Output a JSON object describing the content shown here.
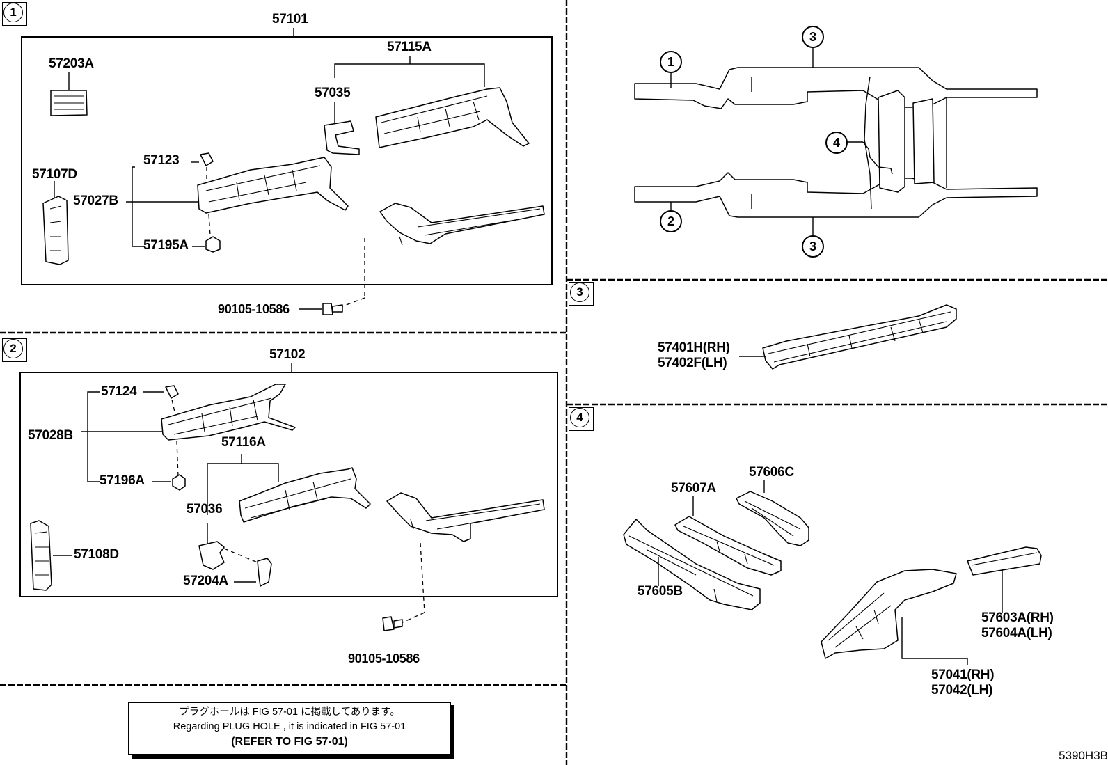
{
  "section_markers": {
    "s1": "1",
    "s2": "2",
    "s3": "3",
    "s4": "4"
  },
  "overview": {
    "callout_1": "1",
    "callout_2": "2",
    "callout_3_top": "3",
    "callout_3_bottom": "3",
    "callout_4": "4"
  },
  "section1": {
    "group_label": "57101",
    "parts": {
      "p57115A": "57115A",
      "p57203A": "57203A",
      "p57035": "57035",
      "p57123": "57123",
      "p57107D": "57107D",
      "p57027B": "57027B",
      "p57195A": "57195A",
      "bolt": "90105-10586"
    }
  },
  "section2": {
    "group_label": "57102",
    "parts": {
      "p57124": "57124",
      "p57028B": "57028B",
      "p57116A": "57116A",
      "p57196A": "57196A",
      "p57036": "57036",
      "p57108D": "57108D",
      "p57204A": "57204A",
      "bolt": "90105-10586"
    }
  },
  "section3": {
    "parts": {
      "rh": "57401H(RH)",
      "lh": "57402F(LH)"
    }
  },
  "section4": {
    "parts": {
      "p57606C": "57606C",
      "p57607A": "57607A",
      "p57605B": "57605B",
      "p57603A": "57603A(RH)",
      "p57604A": "57604A(LH)",
      "p57041": "57041(RH)",
      "p57042": "57042(LH)"
    }
  },
  "note": {
    "line1": "プラグホールは FIG  57-01 に掲載してあります。",
    "line2": "Regarding  PLUG  HOLE , it is indicated in  FIG  57-01",
    "line3": "(REFER  TO  FIG  57-01)"
  },
  "diagram_code": "5390H3B"
}
